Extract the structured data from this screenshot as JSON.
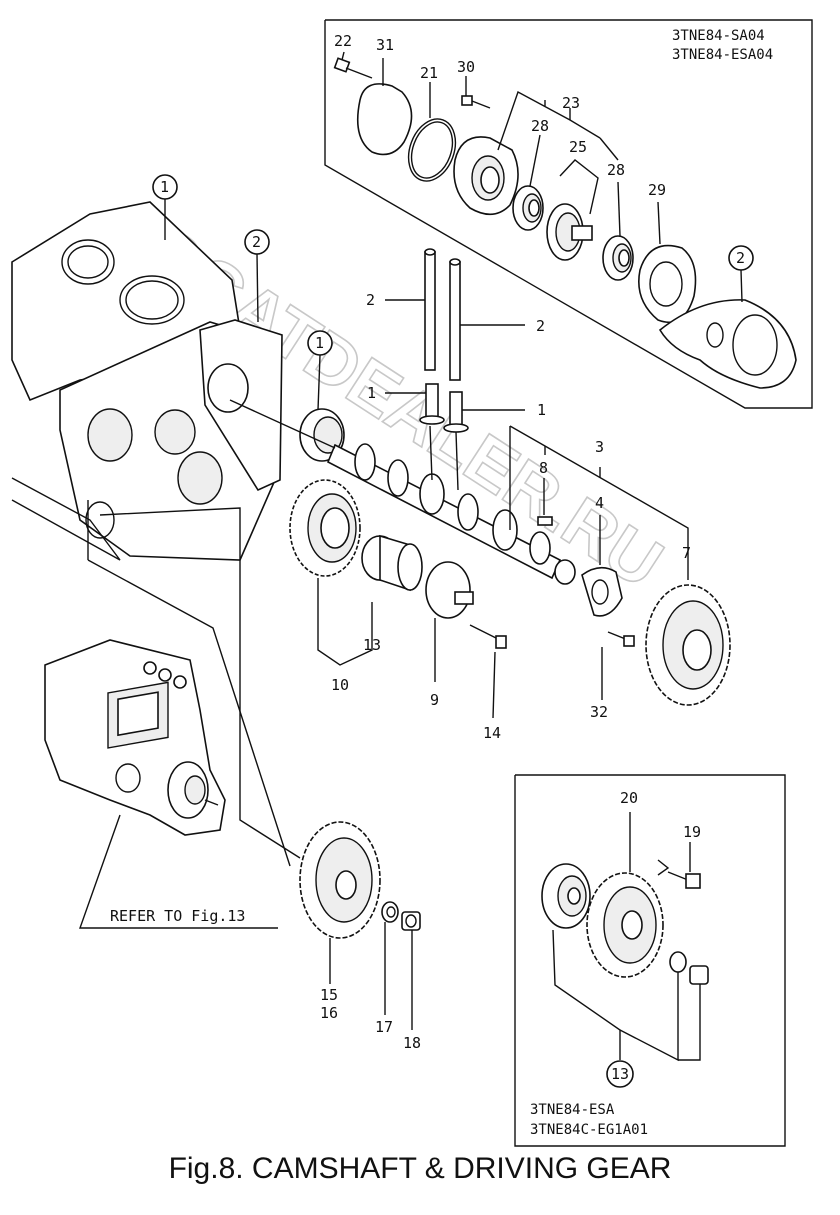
{
  "figure": {
    "caption": "Fig.8.  CAMSHAFT & DRIVING GEAR",
    "watermark": "AGCATDEALER.RU",
    "refer_note": "REFER TO Fig.13"
  },
  "boxes": {
    "top_right": {
      "line1": "3TNE84-SA04",
      "line2": "3TNE84-ESA04"
    },
    "bottom_right": {
      "line1": "3TNE84-ESA",
      "line2": "3TNE84C-EG1A01"
    }
  },
  "callouts": {
    "c1a": "1",
    "c2a": "2",
    "c1b": "1",
    "c2b": "2",
    "c13": "13",
    "n22": "22",
    "n31": "31",
    "n21": "21",
    "n30": "30",
    "n23": "23",
    "n28a": "28",
    "n25": "25",
    "n28b": "28",
    "n29": "29",
    "n2a": "2",
    "n2b": "2",
    "n1a": "1",
    "n1b": "1",
    "n8": "8",
    "n3": "3",
    "n4": "4",
    "n7": "7",
    "n13": "13",
    "n10": "10",
    "n9": "9",
    "n14": "14",
    "n32": "32",
    "n20": "20",
    "n19": "19",
    "n15": "15",
    "n16": "16",
    "n17": "17",
    "n18": "18"
  }
}
